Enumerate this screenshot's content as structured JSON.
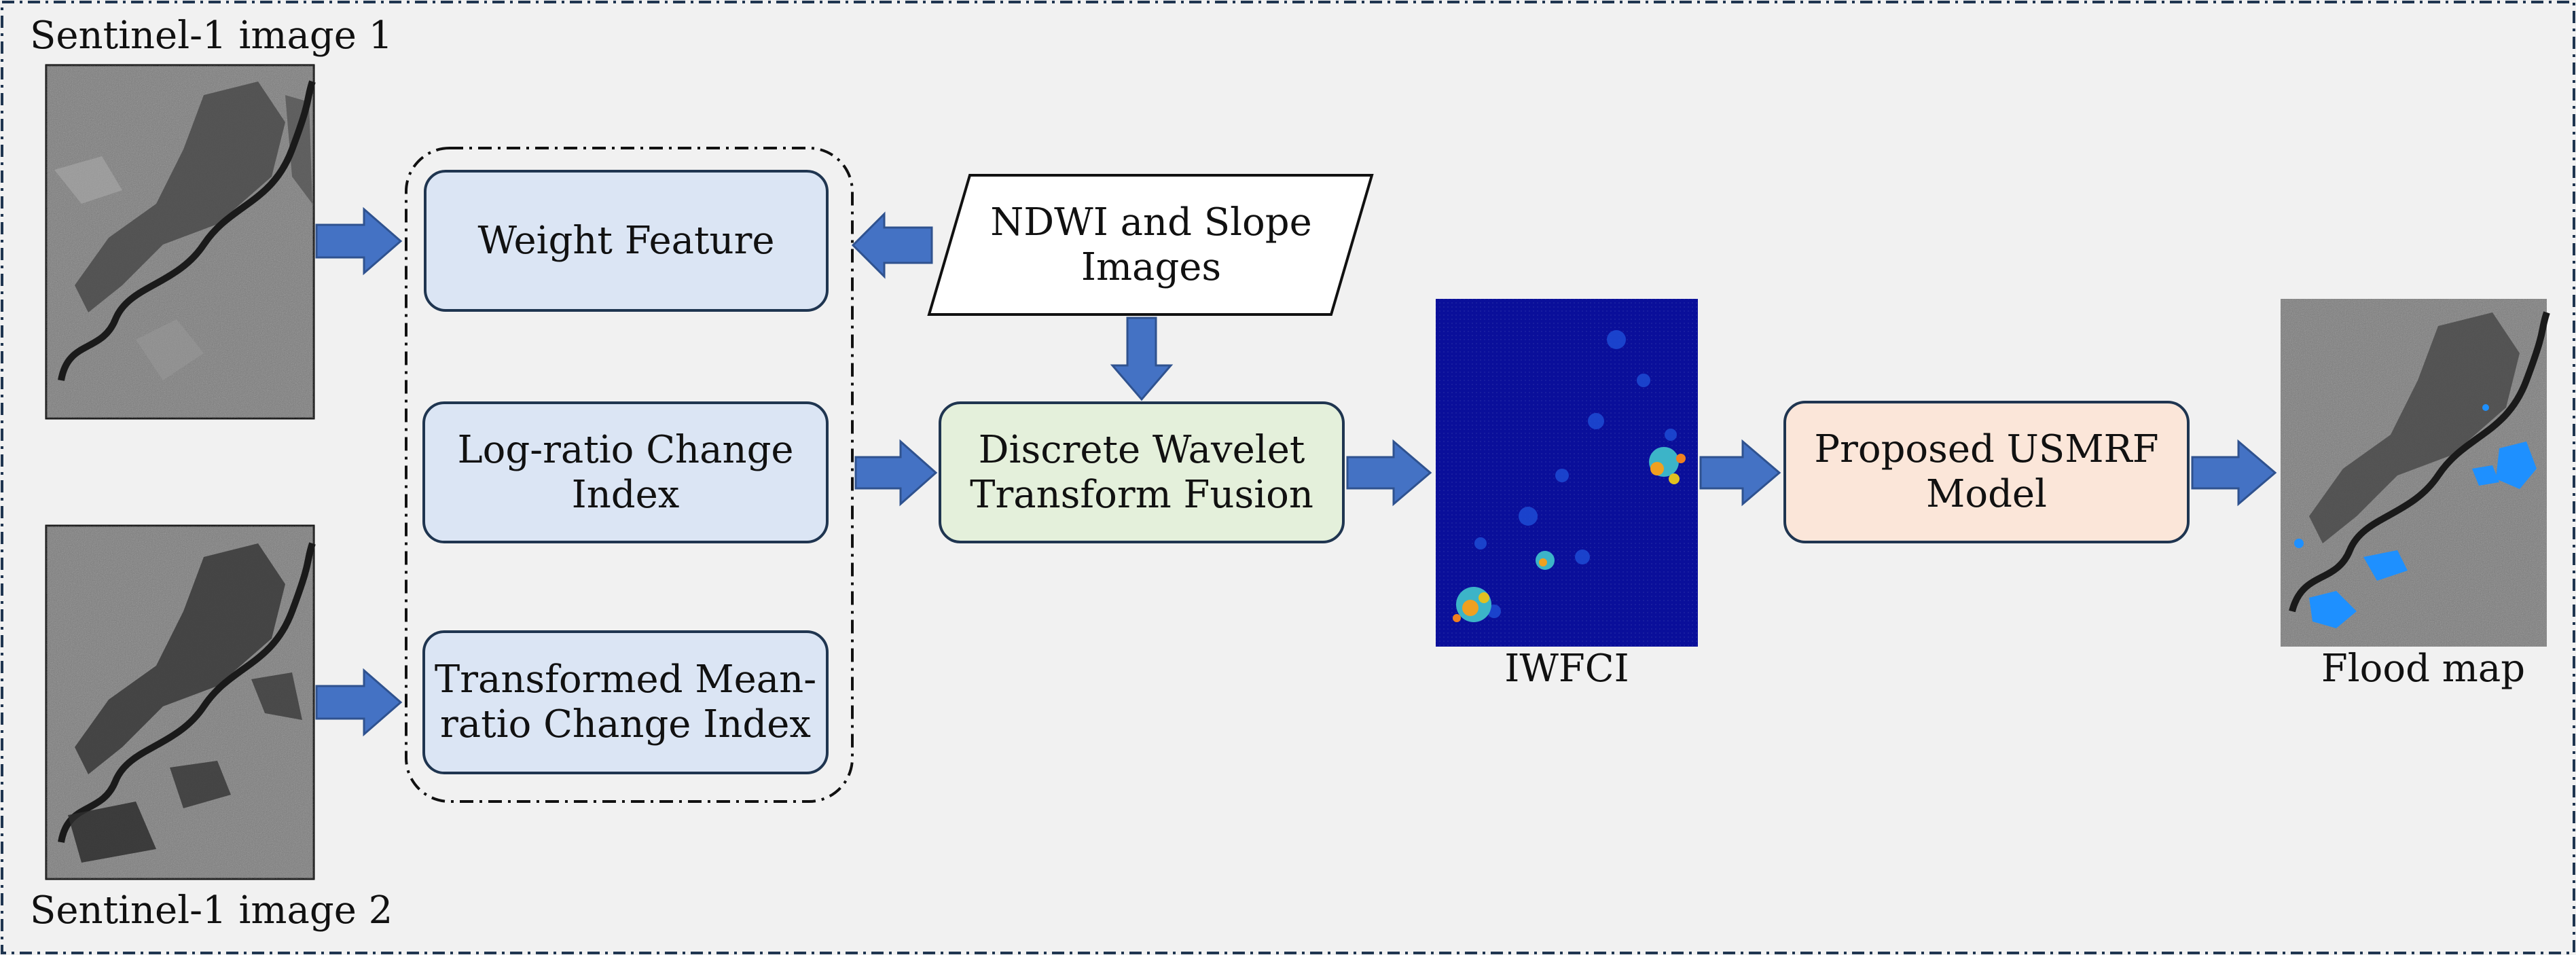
{
  "inputs": {
    "image1_label": "Sentinel-1 image 1",
    "image2_label": "Sentinel-1 image 2"
  },
  "boxes": {
    "weight_feature": [
      "Weight Feature"
    ],
    "log_ratio": [
      "Log-ratio Change",
      "Index"
    ],
    "tmr": [
      "Transformed Mean-",
      "ratio Change Index"
    ],
    "ndwi": [
      "NDWI and Slope",
      "Images"
    ],
    "dwt": [
      "Discrete Wavelet",
      "Transform Fusion"
    ],
    "usmrf": [
      "Proposed USMRF",
      "Model"
    ]
  },
  "outputs": {
    "iwfci_label": "IWFCI",
    "flood_map_label": "Flood map"
  },
  "colors": {
    "blue_box_fill": "#dbe5f4",
    "green_box_fill": "#e4f0db",
    "peach_box_fill": "#fbe6d9",
    "box_stroke": "#1f3550",
    "arrow_fill": "#4472c4",
    "arrow_stroke": "#2f528f",
    "iwfci_background": "#0a0f9a",
    "flood_water": "#1e90ff"
  }
}
